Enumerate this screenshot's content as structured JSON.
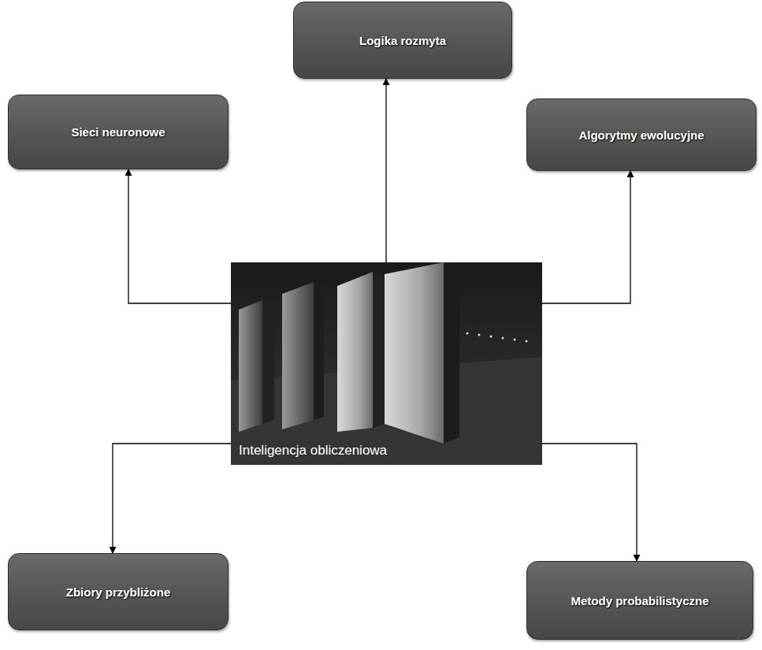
{
  "diagram": {
    "nodes": [
      {
        "text": [
          "Logika rozmyta"
        ]
      },
      {
        "text": [
          "Sieci neuronowe"
        ]
      },
      {
        "text": [
          "Algorytmy ewolucyjne"
        ]
      },
      {
        "text": [
          "Inteligencja obliczeniowa"
        ]
      },
      {
        "text": [
          "Zbiory przybliżone"
        ]
      },
      {
        "text": [
          "Metody probabilistyczne"
        ]
      }
    ],
    "edges": [
      {
        "from": 3,
        "to": 0,
        "arrow": "to"
      },
      {
        "from": 3,
        "to": 1,
        "arrow": "to"
      },
      {
        "from": 3,
        "to": 2,
        "arrow": "to"
      },
      {
        "from": 3,
        "to": 4,
        "arrow": "to"
      },
      {
        "from": 3,
        "to": 5,
        "arrow": "to"
      }
    ]
  }
}
